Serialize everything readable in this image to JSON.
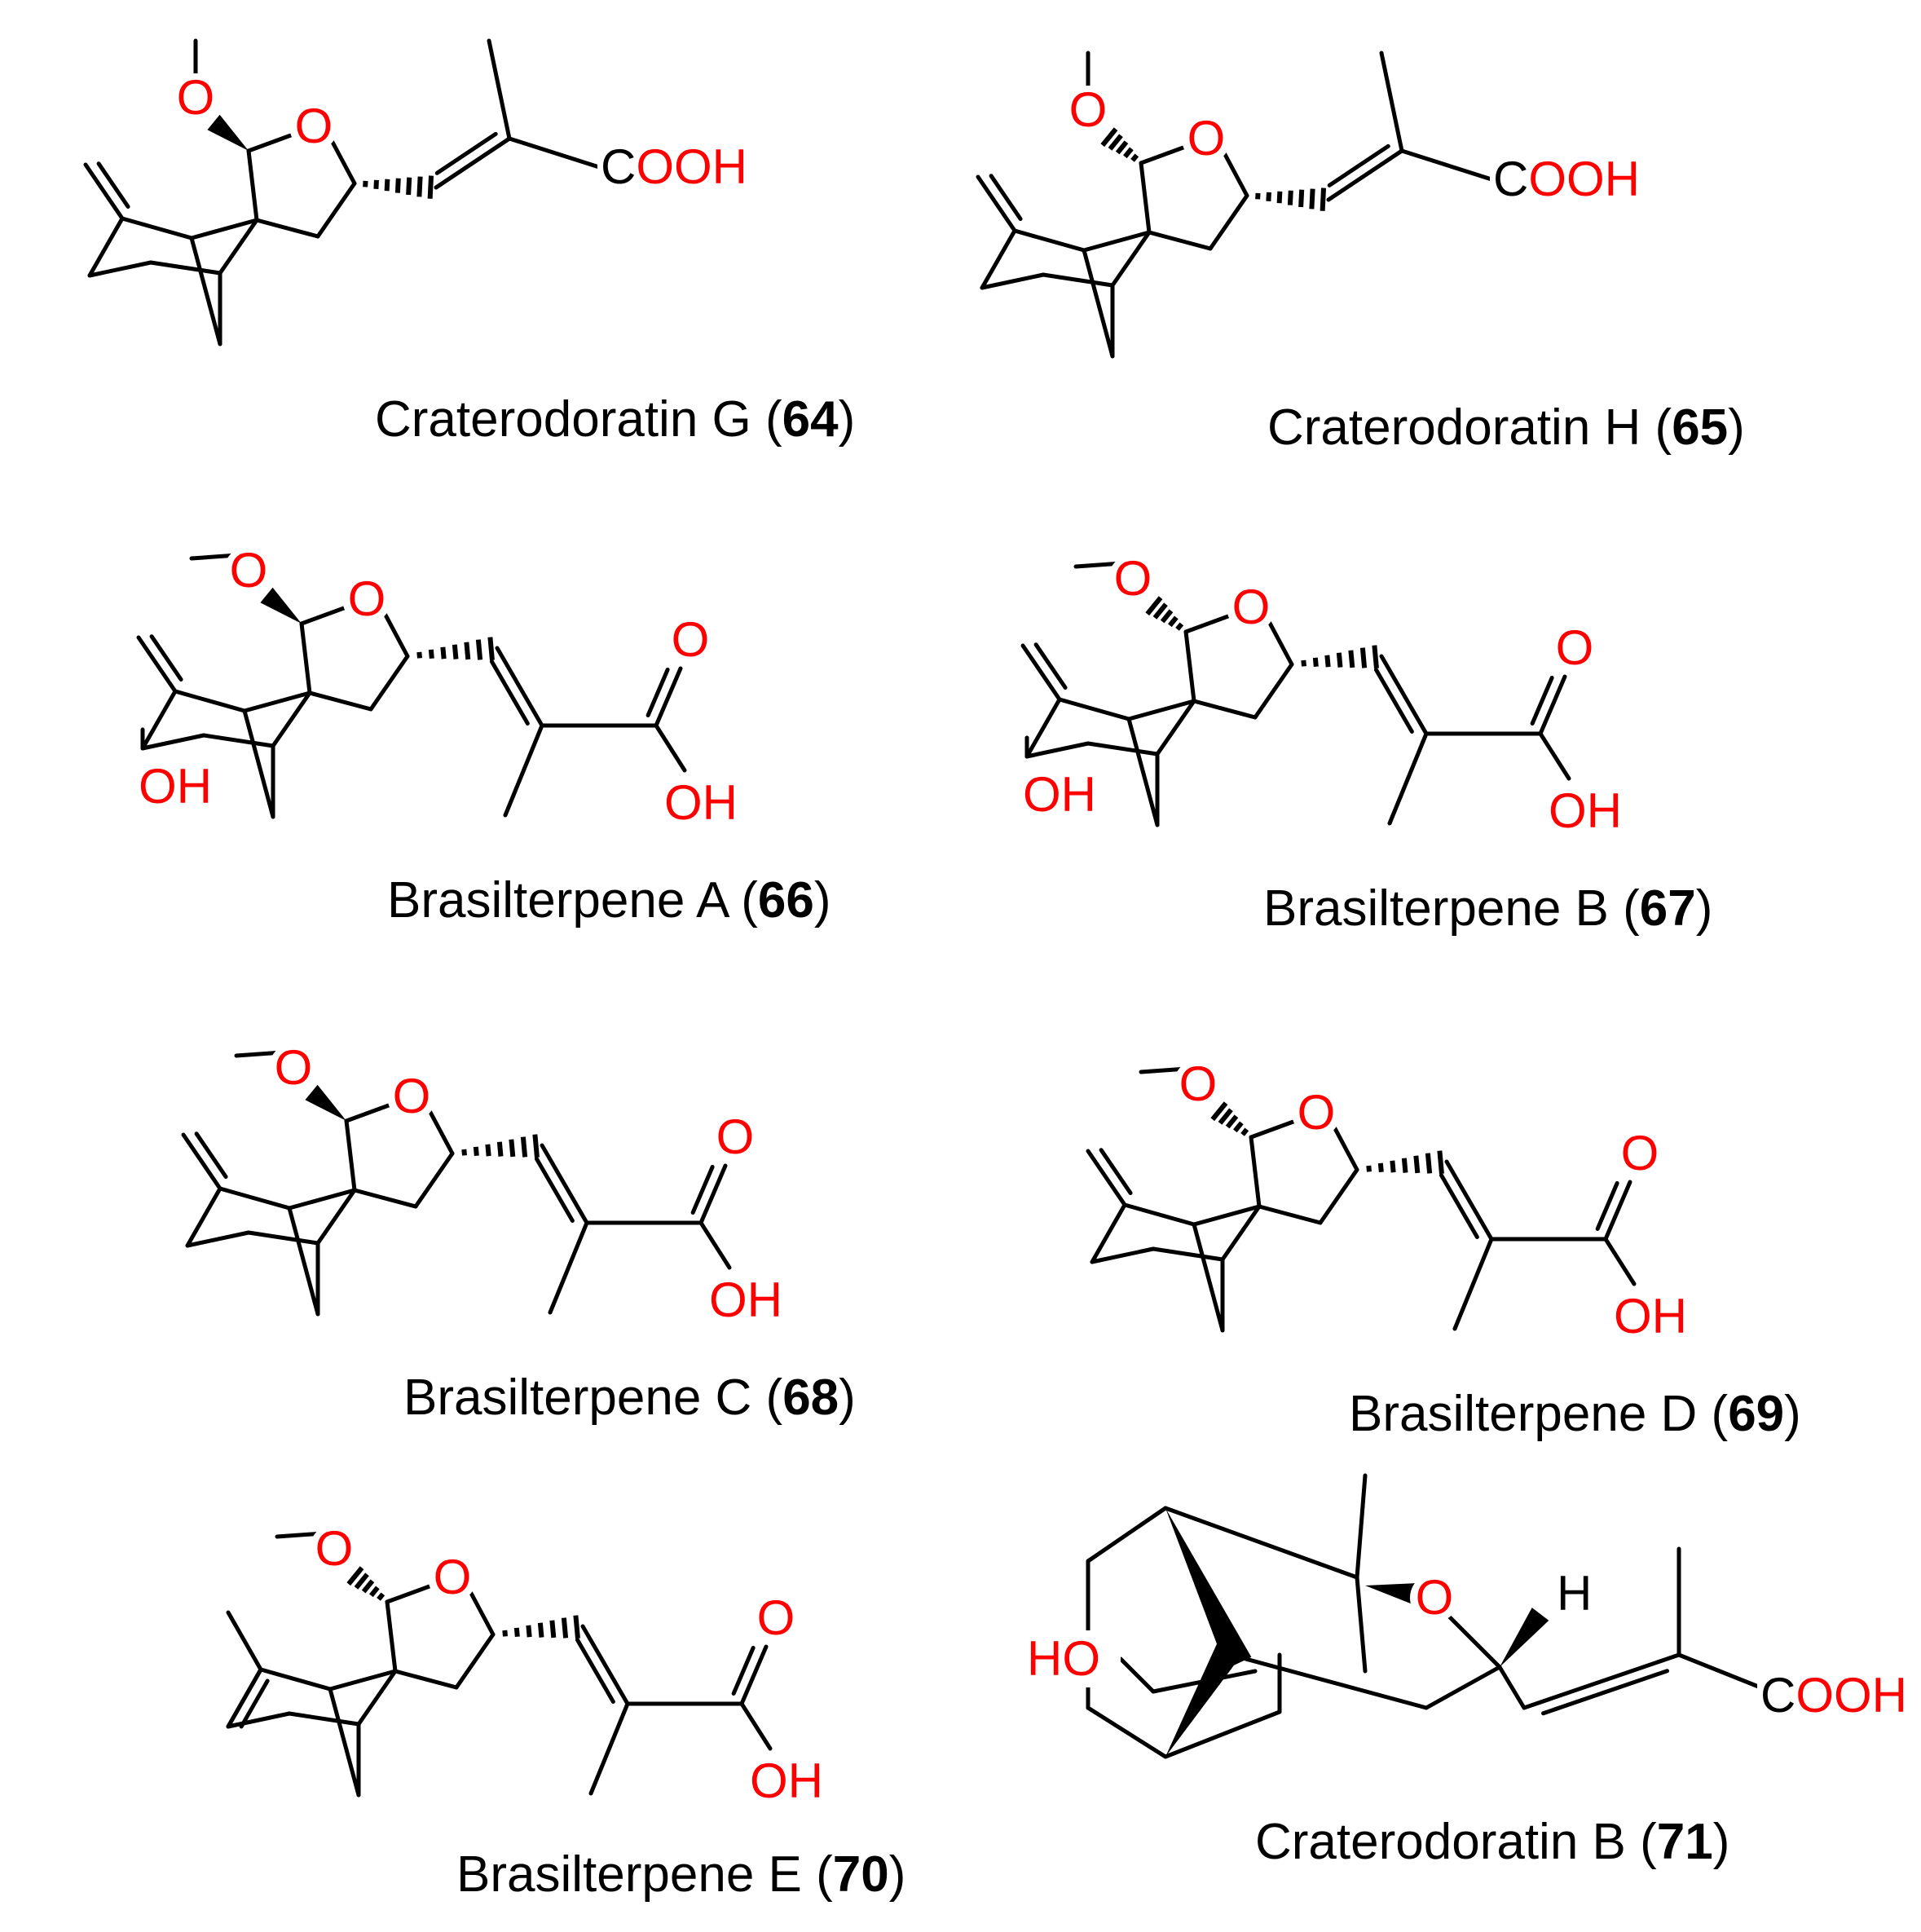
{
  "colors": {
    "heteroatom": "#ff0000",
    "bond": "#000000",
    "background": "#ffffff"
  },
  "atoms": {
    "O": "O",
    "COOH_C": "C",
    "COOH_rest": "OOH",
    "OH": "OH",
    "HO": "HO",
    "H": "H"
  },
  "compounds": [
    {
      "name": "Craterodoratin G",
      "number": "64"
    },
    {
      "name": "Craterodoratin H",
      "number": "65"
    },
    {
      "name": "Brasilterpene A",
      "number": "66"
    },
    {
      "name": "Brasilterpene B",
      "number": "67"
    },
    {
      "name": "Brasilterpene C",
      "number": "68"
    },
    {
      "name": "Brasilterpene D",
      "number": "69"
    },
    {
      "name": "Brasilterpene E",
      "number": "70"
    },
    {
      "name": "Craterodoratin B",
      "number": "71"
    }
  ]
}
